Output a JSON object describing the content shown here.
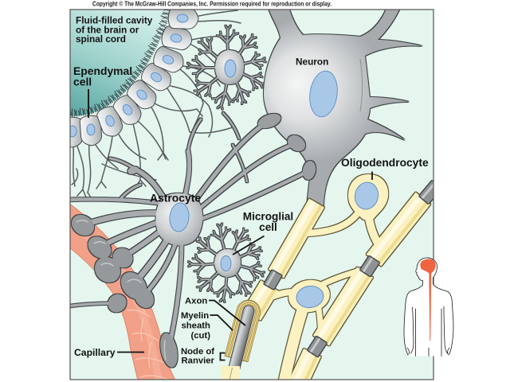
{
  "copyright": "Copyright © The McGraw-Hill Companies, Inc. Permission required for reproduction or display.",
  "labels": {
    "cavity": [
      "Fluid-filled cavity",
      "of the brain or",
      "spinal cord"
    ],
    "ependymal_cell": [
      "Ependymal",
      "cell"
    ],
    "neuron": "Neuron",
    "oligodendrocyte": "Oligodendrocyte",
    "astrocyte": "Astrocyte",
    "microglial_cell": [
      "Microglial",
      "cell"
    ],
    "axon": "Axon",
    "myelin_sheath": [
      "Myelin",
      "sheath",
      "(cut)"
    ],
    "node_of_ranvier": [
      "Node of",
      "Ranvier"
    ],
    "capillary": "Capillary"
  },
  "locator": {
    "icon": "human-silhouette-cns-icon"
  },
  "colors": {
    "tissue": "#e4f6ee",
    "cavity_fluid": "#5ba7a3",
    "glia_gray": "#a7abad",
    "nucleus": "#a9c8e8",
    "myelin": "#fbf1c1",
    "capillary": "#f2a088",
    "cns_highlight": "#ef6440"
  }
}
